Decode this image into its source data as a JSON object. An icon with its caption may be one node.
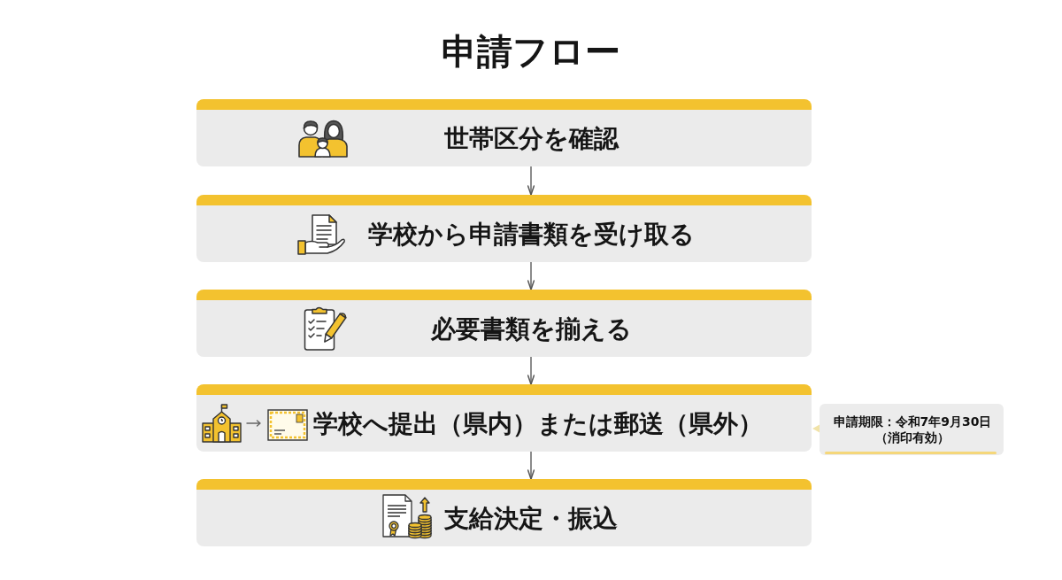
{
  "diagram": {
    "title": "申請フロー",
    "nodes": [
      {
        "text": [
          "世帯区分を確認"
        ]
      },
      {
        "text": [
          "学校から申請書類を受け取る"
        ]
      },
      {
        "text": [
          "必要書類を揃える"
        ]
      },
      {
        "text": [
          "学校へ提出（県内）または郵送（県外）"
        ],
        "beside": [
          "申請期限：令和7年9月30日（消印有効）"
        ]
      },
      {
        "text": [
          "支給決定・振込"
        ]
      }
    ],
    "edges": [
      {
        "from": 0,
        "to": 1,
        "arrow": "to"
      },
      {
        "from": 1,
        "to": 2,
        "arrow": "to"
      },
      {
        "from": 2,
        "to": 3,
        "arrow": "to"
      },
      {
        "from": 3,
        "to": 4,
        "arrow": "to"
      }
    ]
  }
}
